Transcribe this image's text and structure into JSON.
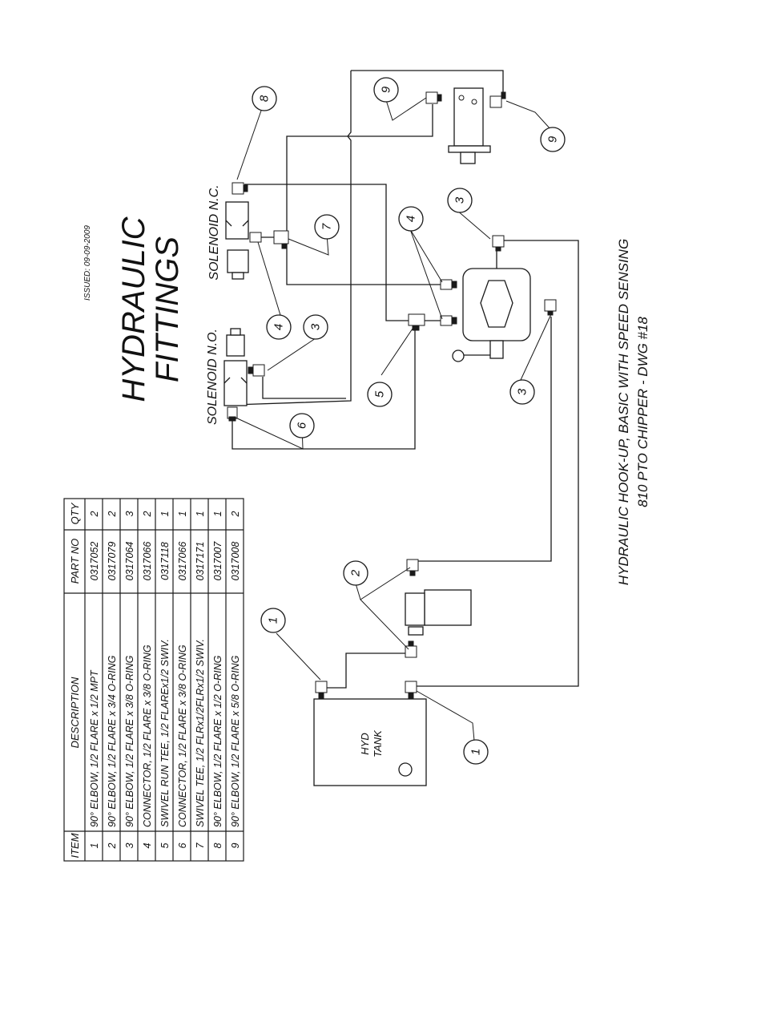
{
  "title": {
    "line1": "HYDRAULIC",
    "line2": "FITTINGS"
  },
  "issued": "ISSUED: 09-09-2009",
  "caption": {
    "line1": "HYDRAULIC HOOK-UP, BASIC WITH SPEED SENSING",
    "line2": "810 PTO CHIPPER - DWG #18"
  },
  "labels": {
    "solenoid_nc": "SOLENOID N.C.",
    "solenoid_no": "SOLENOID N.O.",
    "hyd_tank_1": "HYD",
    "hyd_tank_2": "TANK"
  },
  "callouts": [
    "8",
    "9",
    "9",
    "3",
    "7",
    "4",
    "4",
    "3",
    "5",
    "3",
    "6",
    "2",
    "1",
    "1"
  ],
  "parts_table": {
    "headers": {
      "item": "ITEM",
      "description": "DESCRIPTION",
      "part_no": "PART NO",
      "qty": "QTY"
    },
    "rows": [
      {
        "item": "1",
        "description": "90° ELBOW, 1/2 FLARE x 1/2 MPT",
        "part_no": "0317052",
        "qty": "2"
      },
      {
        "item": "2",
        "description": "90° ELBOW, 1/2 FLARE x 3/4 O-RING",
        "part_no": "0317079",
        "qty": "2"
      },
      {
        "item": "3",
        "description": "90° ELBOW, 1/2 FLARE x 3/8 O-RING",
        "part_no": "0317064",
        "qty": "3"
      },
      {
        "item": "4",
        "description": "CONNECTOR, 1/2 FLARE x 3/8 O-RING",
        "part_no": "0317066",
        "qty": "2"
      },
      {
        "item": "5",
        "description": "SWIVEL RUN TEE, 1/2 FLAREx1/2 SWIV.",
        "part_no": "0317118",
        "qty": "1"
      },
      {
        "item": "6",
        "description": "CONNECTOR, 1/2 FLARE x 3/8 O-RING",
        "part_no": "0317066",
        "qty": "1"
      },
      {
        "item": "7",
        "description": "SWIVEL TEE, 1/2 FLRx1/2FLRx1/2 SWIV.",
        "part_no": "0317171",
        "qty": "1"
      },
      {
        "item": "8",
        "description": "90° ELBOW, 1/2 FLARE x 1/2 O-RING",
        "part_no": "0317007",
        "qty": "1"
      },
      {
        "item": "9",
        "description": "90° ELBOW, 1/2 FLARE x 5/8 O-RING",
        "part_no": "0317008",
        "qty": "2"
      }
    ]
  }
}
